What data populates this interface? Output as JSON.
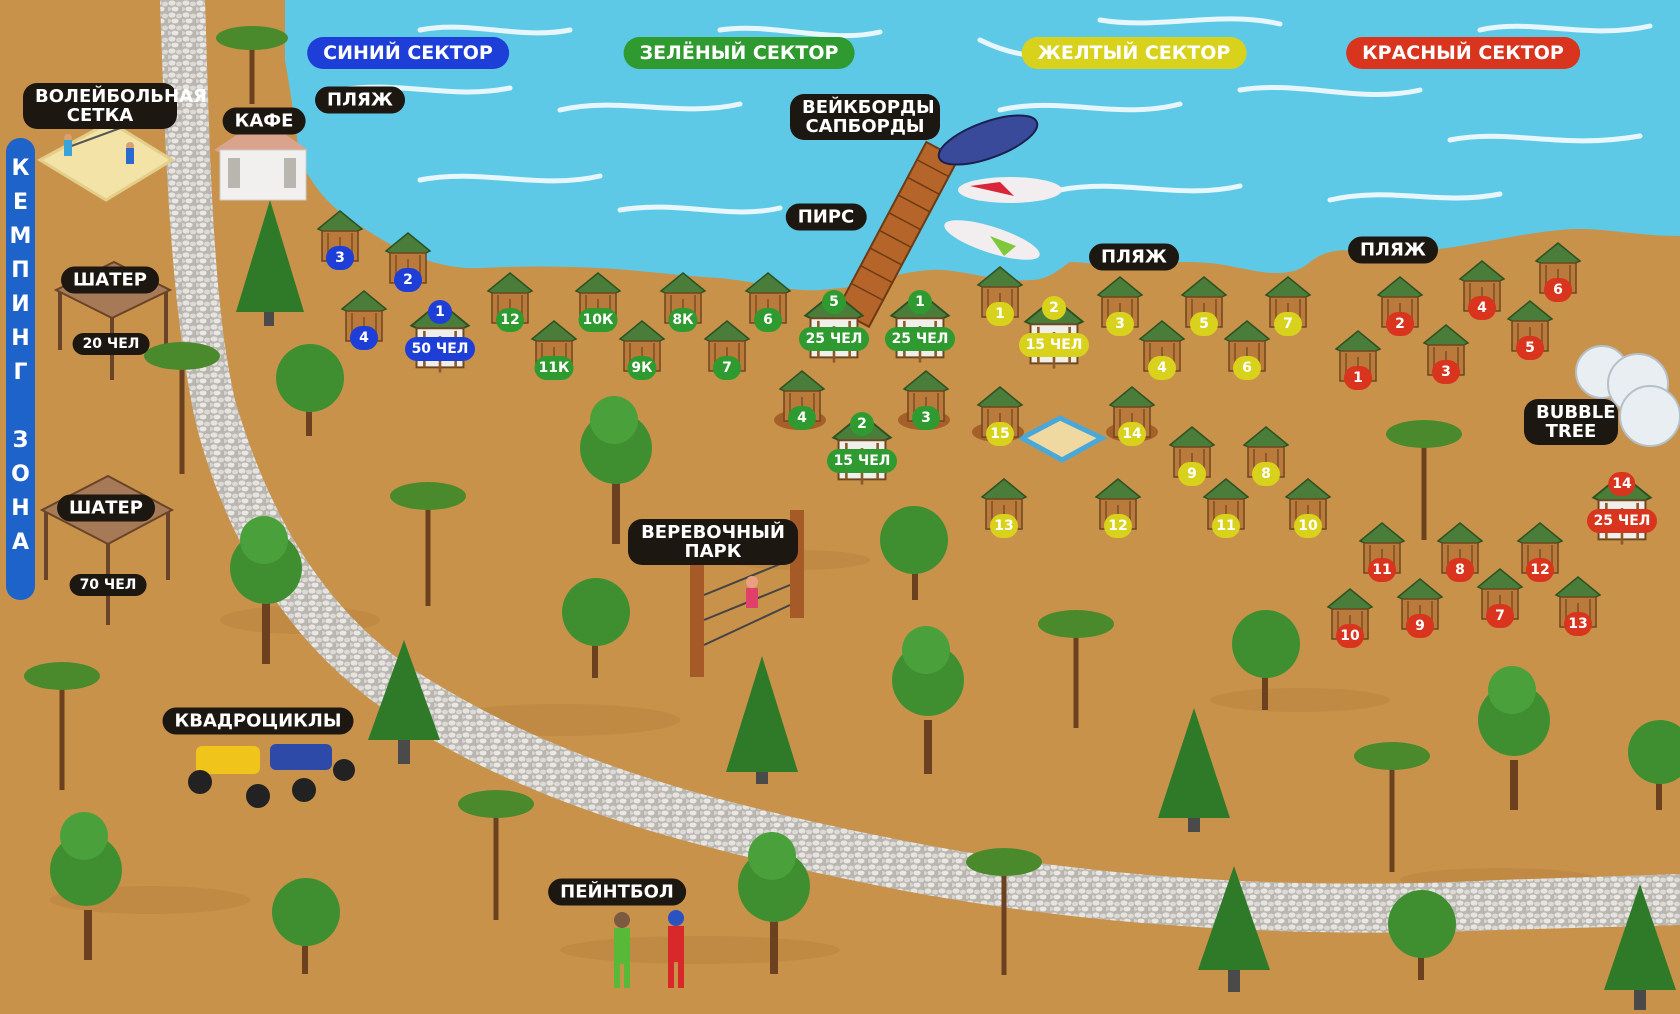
{
  "colors": {
    "sand": "#c9924a",
    "water": "#5ec9e6",
    "blue": "#1e3ed8",
    "green": "#2f9a2f",
    "yellow": "#d9d21c",
    "red": "#d8341e",
    "label_bg": "#1c1710"
  },
  "sectors": {
    "blue": "СИНИЙ СЕКТОР",
    "green": "ЗЕЛЁНЫЙ СЕКТОР",
    "yellow": "ЖЕЛТЫЙ СЕКТОР",
    "red": "КРАСНЫЙ СЕКТОР"
  },
  "labels": {
    "volleyball": "ВОЛЕЙБОЛЬНАЯ СЕТКА",
    "cafe": "КАФЕ",
    "beach": "ПЛЯЖ",
    "wakeboards": "ВЕЙКБОРДЫ САПБОРДЫ",
    "pier": "ПИРС",
    "tent1": "ШАТЕР",
    "tent1_cap": "20 ЧЕЛ",
    "tent2": "ШАТЕР",
    "tent2_cap": "70 ЧЕЛ",
    "rope_park": "ВЕРЕВОЧНЫЙ ПАРК",
    "atv": "КВАДРОЦИКЛЫ",
    "paintball": "ПЕЙНТБОЛ",
    "bubble_tree": "BUBBLE TREE"
  },
  "camping_zone": [
    "К",
    "Е",
    "М",
    "П",
    "И",
    "Н",
    "Г",
    "",
    "З",
    "О",
    "Н",
    "А"
  ],
  "gazebos": {
    "blue": [
      "3",
      "2",
      "4",
      "1"
    ],
    "blue_big_cap": "50 ЧЕЛ",
    "green": [
      "12",
      "10К",
      "8К",
      "6",
      "11К",
      "9К",
      "7",
      "5",
      "1",
      "4",
      "3",
      "2"
    ],
    "green_caps": [
      "25 ЧЕЛ",
      "25 ЧЕЛ",
      "15 ЧЕЛ"
    ],
    "yellow": [
      "1",
      "2",
      "3",
      "5",
      "7",
      "4",
      "6",
      "15",
      "14",
      "9",
      "8",
      "13",
      "12",
      "11",
      "10"
    ],
    "yellow_cap": "15 ЧЕЛ",
    "red": [
      "6",
      "2",
      "4",
      "5",
      "1",
      "3",
      "14",
      "11",
      "8",
      "12",
      "10",
      "9",
      "7",
      "13"
    ],
    "red_cap": "25 ЧЕЛ"
  },
  "icons": [
    "tree-icon",
    "pine-icon",
    "gazebo-icon",
    "boat-icon",
    "quad-bike-icon",
    "paintball-player-icon",
    "climber-icon",
    "bubble-dome-icon",
    "volleyball-court-icon",
    "cafe-pavilion-icon",
    "tent-canopy-icon"
  ]
}
